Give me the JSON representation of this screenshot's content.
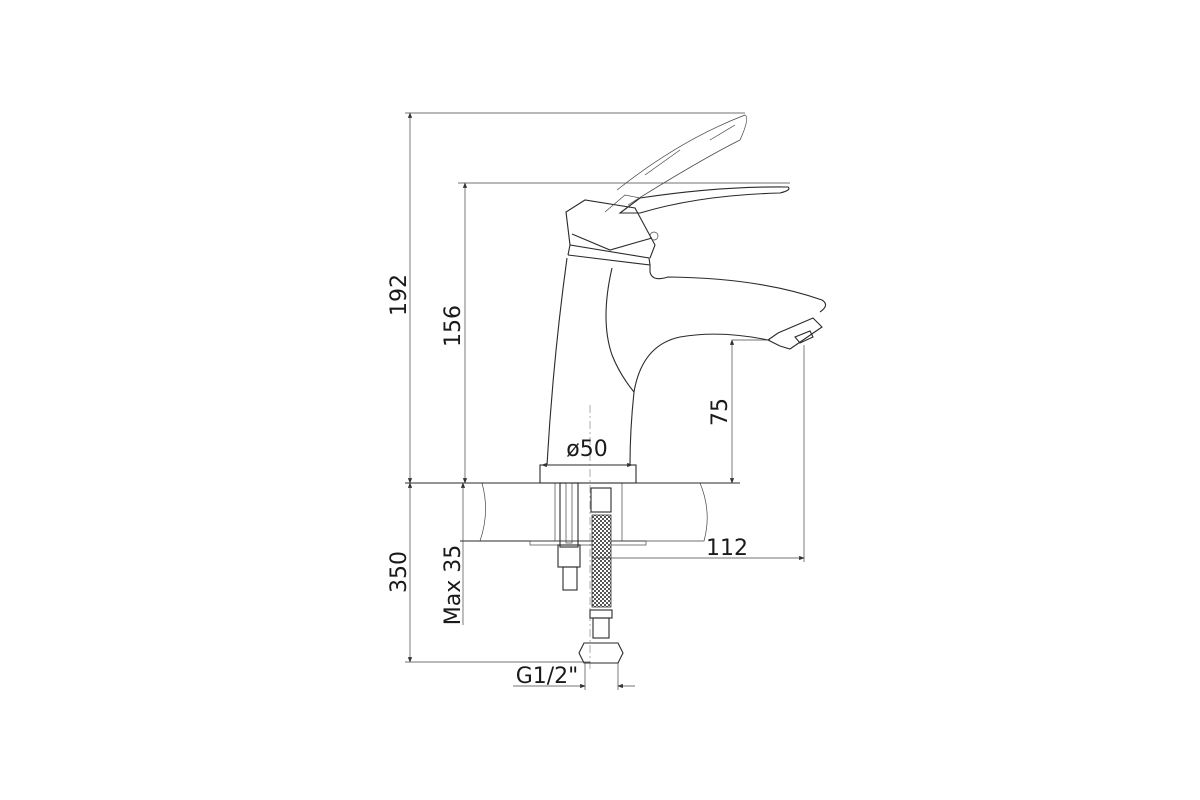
{
  "dimensions": {
    "overall_height": "192",
    "spout_height": "156",
    "spout_clearance": "75",
    "base_diameter": "ø50",
    "spout_reach": "112",
    "hose_length": "350",
    "max_counter_thickness": "Max 35",
    "connection_thread": "G1/2\""
  },
  "colors": {
    "line": "#2a2a2a",
    "background": "#ffffff"
  }
}
